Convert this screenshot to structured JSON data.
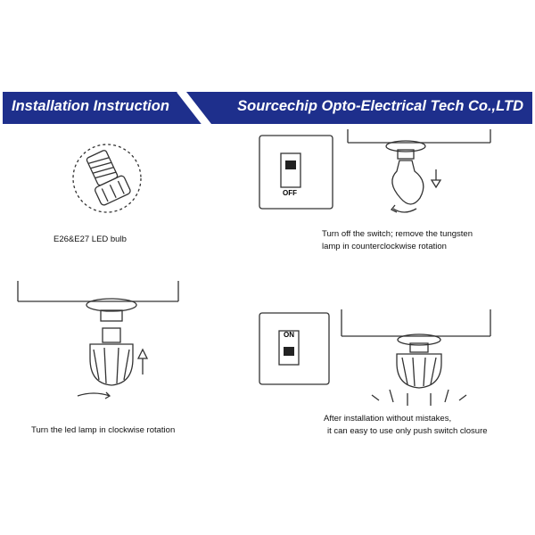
{
  "banner": {
    "left_title": "Installation Instruction",
    "right_title": "Sourcechip Opto-Electrical Tech Co.,LTD",
    "color_dark": "#1e2f8c",
    "color_light": "#ffffff"
  },
  "steps": {
    "bulb": {
      "caption": "E26&E27 LED bulb"
    },
    "remove": {
      "switch_state": "OFF",
      "caption_line1": "Turn off the switch; remove the tungsten",
      "caption_line2": "lamp in counterclockwise rotation"
    },
    "install": {
      "caption": "Turn the led lamp in clockwise rotation"
    },
    "closure": {
      "switch_state": "ON",
      "caption_line1": "After installation without mistakes,",
      "caption_line2": "it can easy to use only push switch closure"
    }
  }
}
